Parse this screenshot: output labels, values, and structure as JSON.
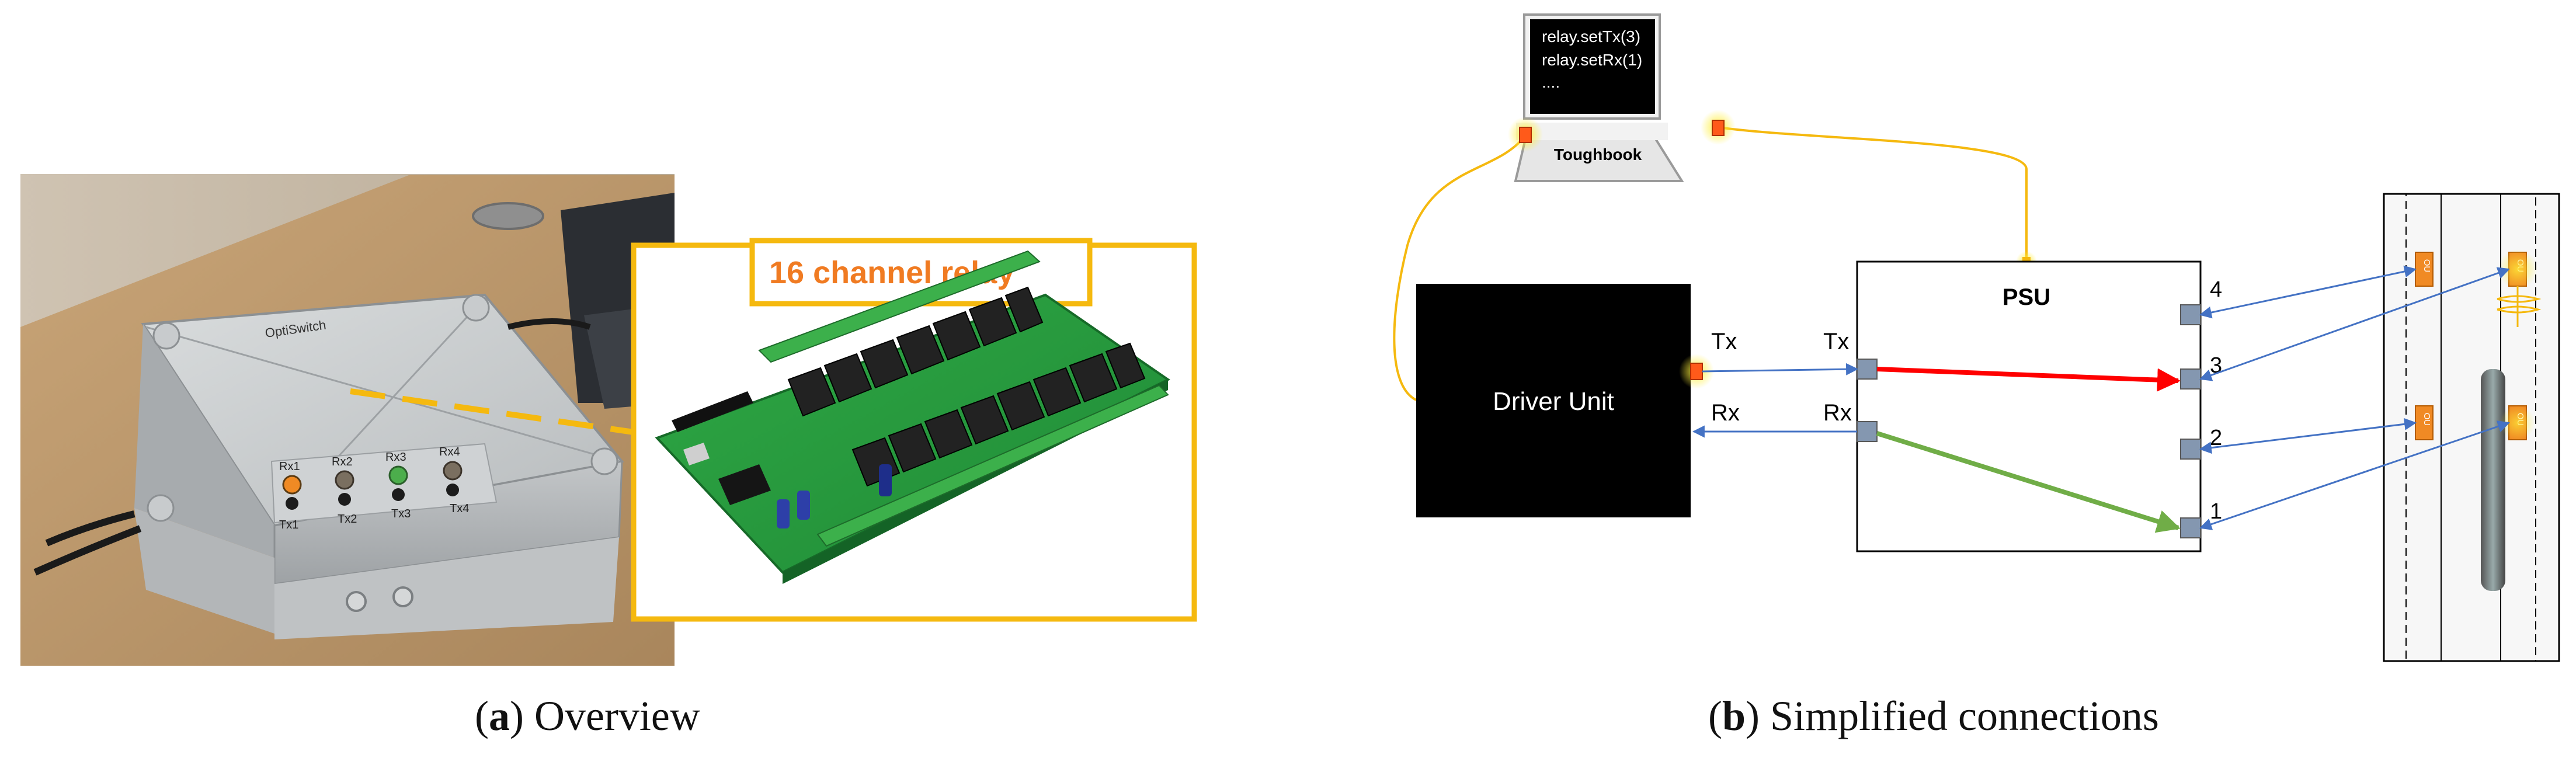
{
  "panel_a": {
    "box_labels": {
      "brand": "OptiSwitch",
      "ports_top": [
        "Rx1",
        "Rx2",
        "Rx3",
        "Rx4"
      ],
      "ports_bottom": [
        "Tx1",
        "Tx2",
        "Tx3",
        "Tx4"
      ]
    },
    "relay_label": "16 channel relay",
    "caption_letter": "a",
    "caption_text": "Overview"
  },
  "panel_b": {
    "laptop_code": [
      "relay.setTx(3)",
      "relay.setRx(1)",
      "...."
    ],
    "laptop_label": "Toughbook",
    "driver_label": "Driver Unit",
    "driver_tx": "Tx",
    "driver_rx": "Rx",
    "psu_label": "PSU",
    "psu_tx": "Tx",
    "psu_rx": "Rx",
    "psu_ports": [
      "4",
      "3",
      "2",
      "1"
    ],
    "connector_labels": [
      "OU",
      "OU",
      "OU",
      "OU"
    ],
    "caption_letter": "b",
    "caption_text": "Simplified connections"
  },
  "colors": {
    "relay_outline": "#f5b90f",
    "relay_text": "#f07b22",
    "cable": "#f5b90f",
    "arrow_blue": "#4472c4",
    "active_red": "#ff0000",
    "active_green": "#70ad47",
    "port_grey": "#8497b0",
    "connector_orange": "#f08a24"
  }
}
